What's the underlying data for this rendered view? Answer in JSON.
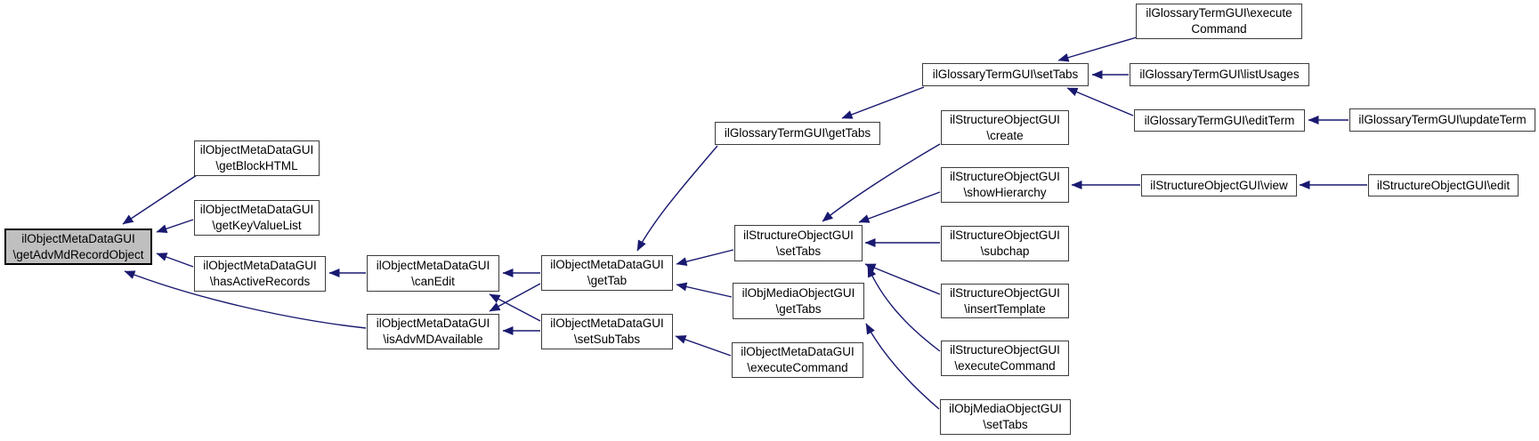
{
  "diagram": {
    "type": "doxygen-caller-graph",
    "root_function": "ilObjectMetaDataGUI\\getAdvMdRecordObject",
    "arrow_direction": "caller-to-callee (arrowheads point toward callee boxes on the left)",
    "colors": {
      "background": "#ffffff",
      "edge": "#191970",
      "node_fill": "#ffffff",
      "node_border": "#3c3c3c",
      "root_fill": "#bfbfbf",
      "root_border": "#000000",
      "text": "#000000"
    }
  },
  "nodes": {
    "getAdvMdRecordObject": {
      "label": "ilObjectMetaDataGUI\n\\getAdvMdRecordObject",
      "highlighted": true
    },
    "getBlockHTML": {
      "label": "ilObjectMetaDataGUI\n\\getBlockHTML"
    },
    "getKeyValueList": {
      "label": "ilObjectMetaDataGUI\n\\getKeyValueList"
    },
    "hasActiveRecords": {
      "label": "ilObjectMetaDataGUI\n\\hasActiveRecords"
    },
    "canEdit": {
      "label": "ilObjectMetaDataGUI\n\\canEdit"
    },
    "isAdvMDAvailable": {
      "label": "ilObjectMetaDataGUI\n\\isAdvMDAvailable"
    },
    "getTab": {
      "label": "ilObjectMetaDataGUI\n\\getTab"
    },
    "setSubTabs": {
      "label": "ilObjectMetaDataGUI\n\\setSubTabs"
    },
    "glossaryGetTabs": {
      "label": "ilGlossaryTermGUI\\getTabs"
    },
    "structureSetTabs": {
      "label": "ilStructureObjectGUI\n\\setTabs"
    },
    "mediaGetTabs": {
      "label": "ilObjMediaObjectGUI\n\\getTabs"
    },
    "metaExecuteCommand": {
      "label": "ilObjectMetaDataGUI\n\\executeCommand"
    },
    "glossarySetTabs": {
      "label": "ilGlossaryTermGUI\\setTabs"
    },
    "glossaryExecuteCommand": {
      "label": "ilGlossaryTermGUI\\execute\nCommand"
    },
    "listUsages": {
      "label": "ilGlossaryTermGUI\\listUsages"
    },
    "editTerm": {
      "label": "ilGlossaryTermGUI\\editTerm"
    },
    "updateTerm": {
      "label": "ilGlossaryTermGUI\\updateTerm"
    },
    "structureCreate": {
      "label": "ilStructureObjectGUI\n\\create"
    },
    "showHierarchy": {
      "label": "ilStructureObjectGUI\n\\showHierarchy"
    },
    "view": {
      "label": "ilStructureObjectGUI\\view"
    },
    "structureEdit": {
      "label": "ilStructureObjectGUI\\edit"
    },
    "subchap": {
      "label": "ilStructureObjectGUI\n\\subchap"
    },
    "insertTemplate": {
      "label": "ilStructureObjectGUI\n\\insertTemplate"
    },
    "structureExecuteCommand": {
      "label": "ilStructureObjectGUI\n\\executeCommand"
    },
    "mediaSetTabs": {
      "label": "ilObjMediaObjectGUI\n\\setTabs"
    }
  },
  "edges": [
    {
      "from": "getBlockHTML",
      "to": "getAdvMdRecordObject"
    },
    {
      "from": "getKeyValueList",
      "to": "getAdvMdRecordObject"
    },
    {
      "from": "hasActiveRecords",
      "to": "getAdvMdRecordObject"
    },
    {
      "from": "isAdvMDAvailable",
      "to": "getAdvMdRecordObject"
    },
    {
      "from": "canEdit",
      "to": "hasActiveRecords"
    },
    {
      "from": "getTab",
      "to": "canEdit"
    },
    {
      "from": "setSubTabs",
      "to": "canEdit"
    },
    {
      "from": "getTab",
      "to": "isAdvMDAvailable"
    },
    {
      "from": "setSubTabs",
      "to": "isAdvMDAvailable"
    },
    {
      "from": "glossaryGetTabs",
      "to": "getTab"
    },
    {
      "from": "structureSetTabs",
      "to": "getTab"
    },
    {
      "from": "mediaGetTabs",
      "to": "getTab"
    },
    {
      "from": "metaExecuteCommand",
      "to": "setSubTabs"
    },
    {
      "from": "glossarySetTabs",
      "to": "glossaryGetTabs"
    },
    {
      "from": "glossaryExecuteCommand",
      "to": "glossarySetTabs"
    },
    {
      "from": "listUsages",
      "to": "glossarySetTabs"
    },
    {
      "from": "editTerm",
      "to": "glossarySetTabs"
    },
    {
      "from": "updateTerm",
      "to": "editTerm"
    },
    {
      "from": "structureCreate",
      "to": "structureSetTabs"
    },
    {
      "from": "showHierarchy",
      "to": "structureSetTabs"
    },
    {
      "from": "view",
      "to": "showHierarchy"
    },
    {
      "from": "structureEdit",
      "to": "view"
    },
    {
      "from": "subchap",
      "to": "structureSetTabs"
    },
    {
      "from": "insertTemplate",
      "to": "structureSetTabs"
    },
    {
      "from": "structureExecuteCommand",
      "to": "structureSetTabs"
    },
    {
      "from": "mediaSetTabs",
      "to": "mediaGetTabs"
    }
  ]
}
